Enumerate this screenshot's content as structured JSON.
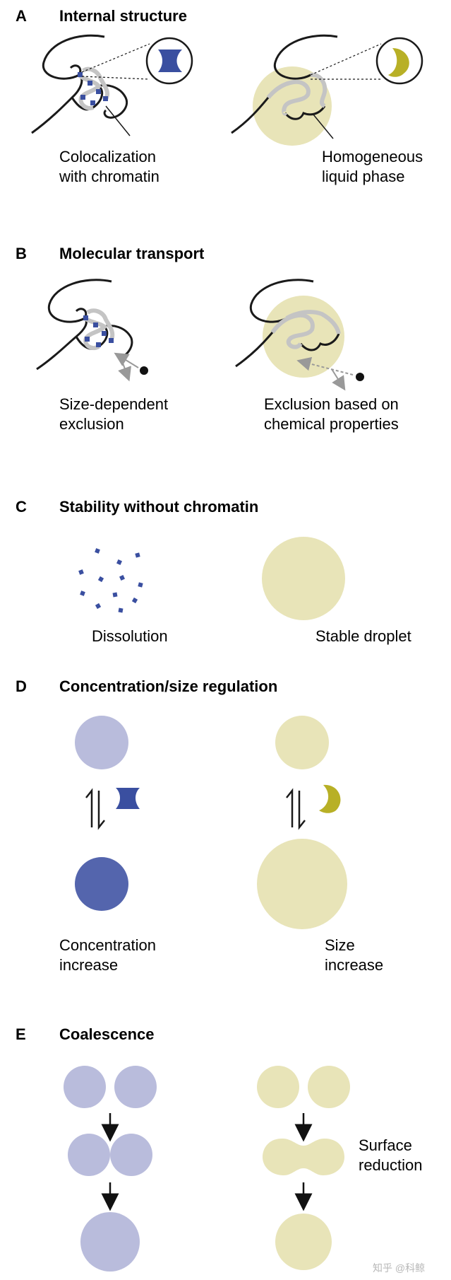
{
  "colors": {
    "blue_protein": "#3a4fa0",
    "blue_droplet_light": "#b9bcdc",
    "blue_droplet_dark": "#5465ad",
    "yellow_droplet": "#e8e4b8",
    "yellow_protein": "#b8b026",
    "chromatin": "#1a1a1a",
    "gray_strand": "#c4c4c4"
  },
  "panels": {
    "A": {
      "letter": "A",
      "title": "Internal structure",
      "left_caption": [
        "Colocalization",
        "with chromatin"
      ],
      "right_caption": [
        "Homogeneous",
        "liquid phase"
      ]
    },
    "B": {
      "letter": "B",
      "title": "Molecular transport",
      "left_caption": [
        "Size-dependent",
        "exclusion"
      ],
      "right_caption": [
        "Exclusion based on",
        "chemical properties"
      ]
    },
    "C": {
      "letter": "C",
      "title": "Stability without chromatin",
      "left_caption": [
        "Dissolution"
      ],
      "right_caption": [
        "Stable droplet"
      ]
    },
    "D": {
      "letter": "D",
      "title": "Concentration/size regulation",
      "left_caption": [
        "Concentration",
        "increase"
      ],
      "right_caption": [
        "Size",
        "increase"
      ]
    },
    "E": {
      "letter": "E",
      "title": "Coalescence",
      "right_caption": [
        "Surface",
        "reduction"
      ]
    }
  },
  "watermark": "知乎 @科鲸"
}
